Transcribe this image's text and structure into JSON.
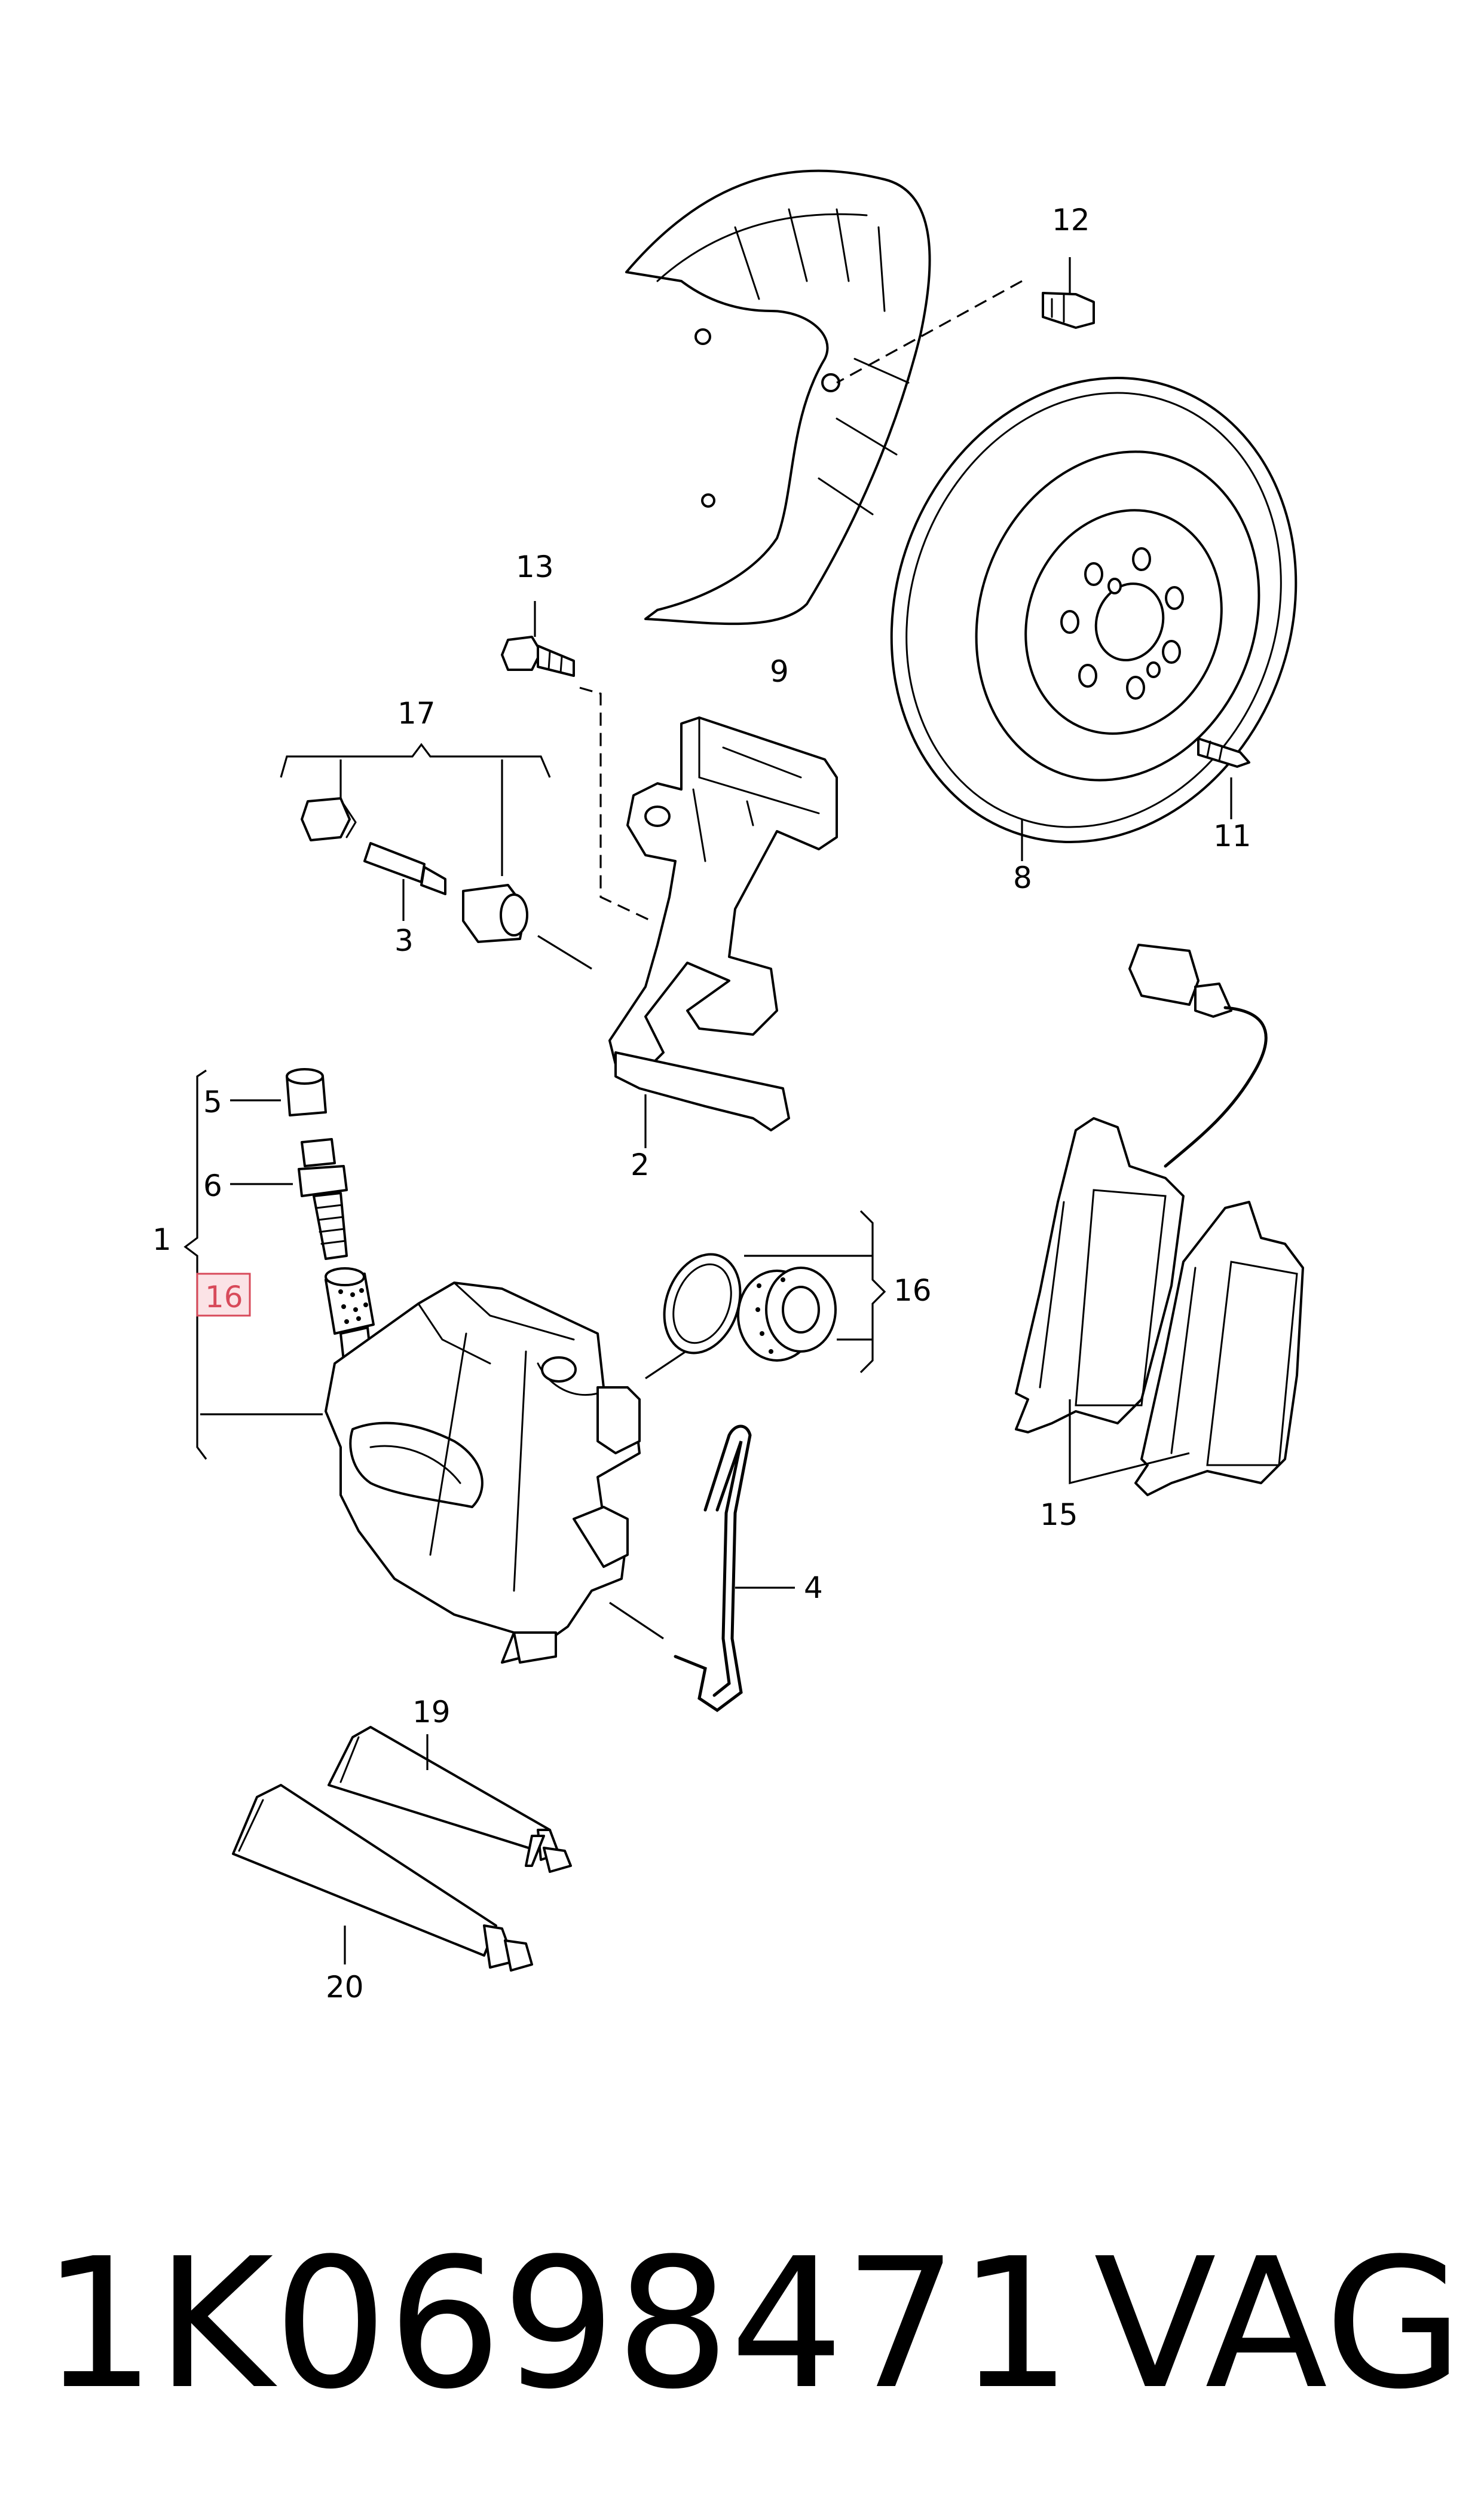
{
  "diagram": {
    "labels": {
      "l1": "1",
      "l2": "2",
      "l3": "3",
      "l4": "4",
      "l5": "5",
      "l6": "6",
      "l8": "8",
      "l9": "9",
      "l11": "11",
      "l12": "12",
      "l13": "13",
      "l15": "15",
      "l16": "16",
      "l17": "17",
      "l19": "19",
      "l20": "20"
    },
    "highlighted_label": "16",
    "highlight_color": "#d84a5a"
  },
  "footer": {
    "part_number": "1K0698471",
    "brand": "VAG"
  }
}
